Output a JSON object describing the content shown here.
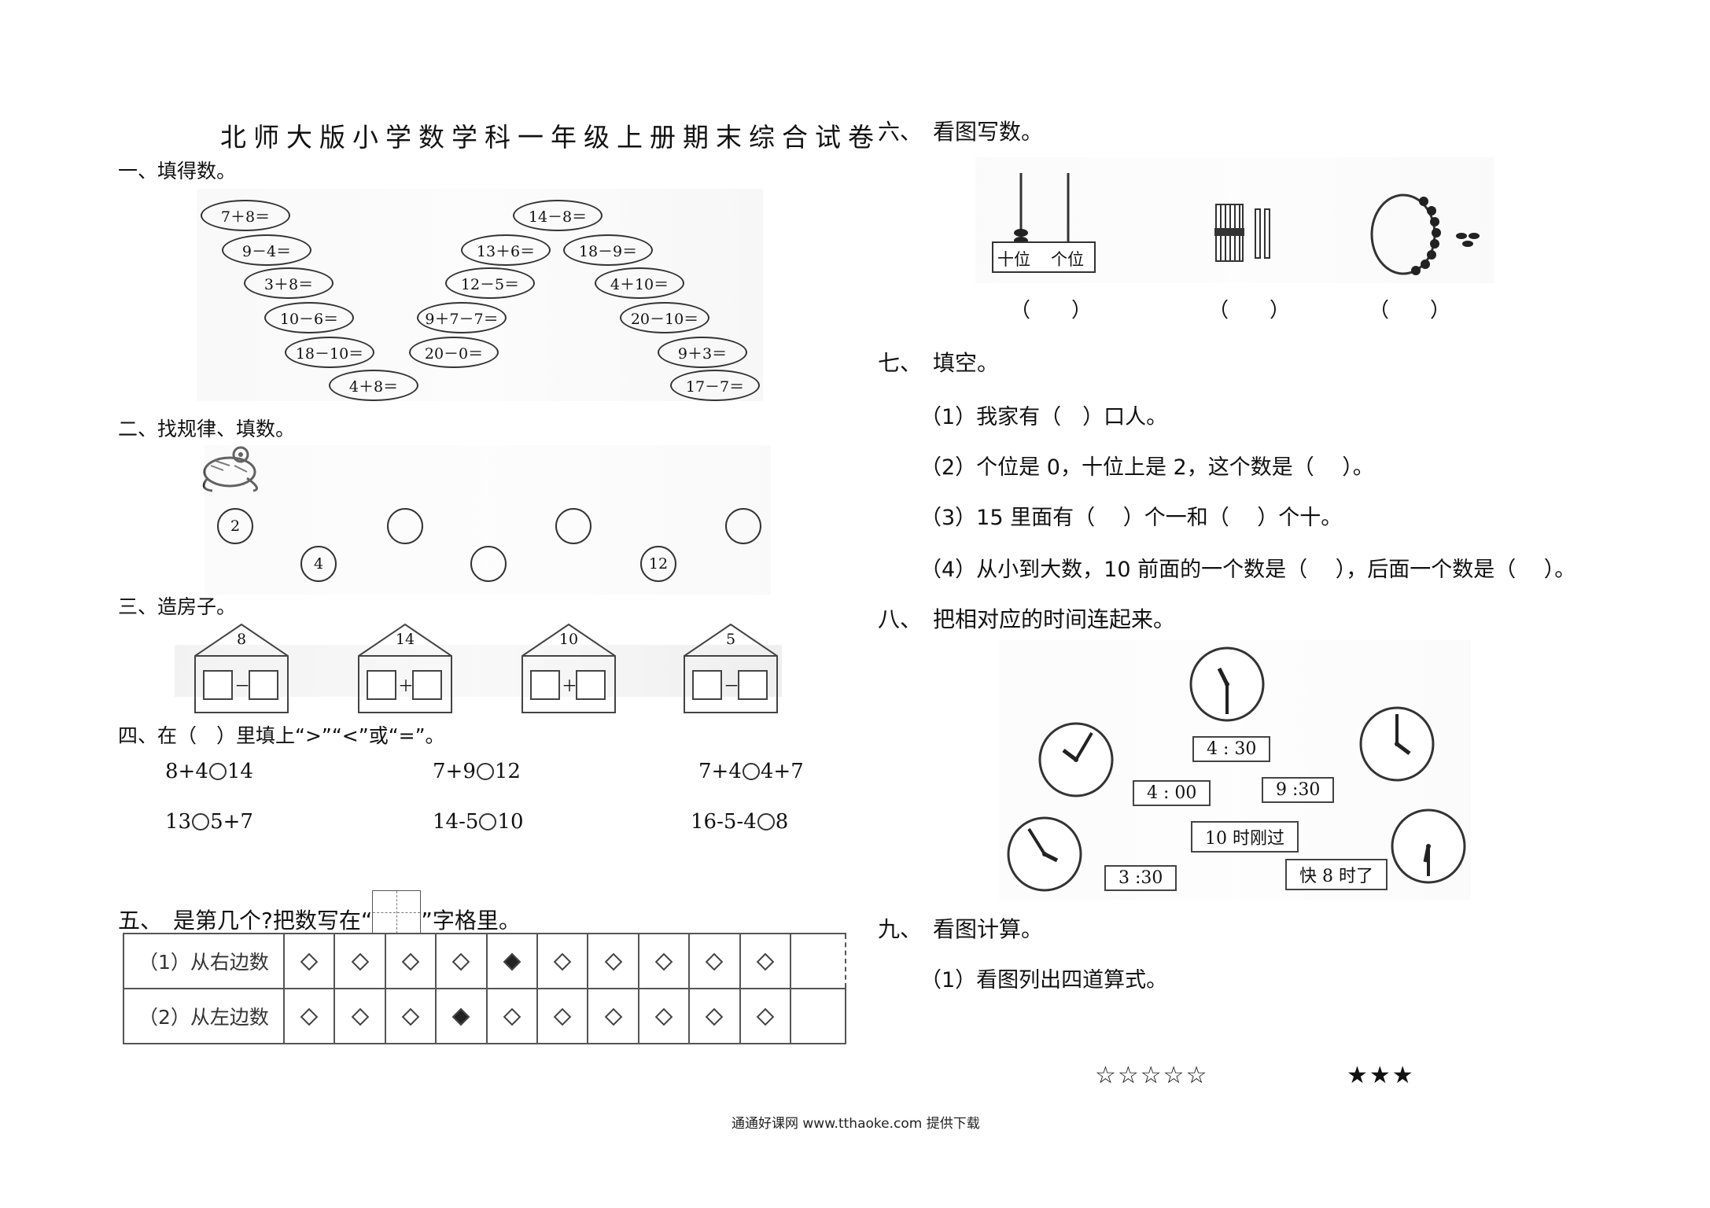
{
  "title": "北师大版小学数学科一年级上册期末综合试卷",
  "s1": {
    "heading": "一、填得数。",
    "ovals": [
      "7＋8＝",
      "9－4＝",
      "3＋8＝",
      "10－6＝",
      "18－10＝",
      "4＋8＝",
      "14－8＝",
      "13＋6＝",
      "18－9＝",
      "12－5＝",
      "4＋10＝",
      "9＋7－7＝",
      "20－10＝",
      "20－0＝",
      "9＋3＝",
      "17－7＝"
    ]
  },
  "s2": {
    "heading": "二、找规律、填数。",
    "values": [
      "2",
      "",
      "",
      "",
      "4",
      "",
      "12"
    ]
  },
  "s3": {
    "heading": "三、造房子。",
    "houses": [
      {
        "num": "8",
        "op": "－"
      },
      {
        "num": "14",
        "op": "＋"
      },
      {
        "num": "10",
        "op": "＋"
      },
      {
        "num": "5",
        "op": "－"
      }
    ]
  },
  "s4": {
    "heading": "四、在（　）里填上“>”“<”或“=”。",
    "items": [
      {
        "a": "8+4",
        "b": "14"
      },
      {
        "a": "7+9",
        "b": "12"
      },
      {
        "a": "7+4",
        "b": "4+7"
      },
      {
        "a": "13",
        "b": "5+7"
      },
      {
        "a": "14-5",
        "b": "10"
      },
      {
        "a": "16-5-4",
        "b": "8"
      }
    ]
  },
  "s5": {
    "heading_a": "五、　是第几个?把数写在“",
    "heading_b": "”字格里。",
    "row1": "（1）从右边数",
    "row2": "（2）从左边数",
    "filled_row1": 5,
    "filled_row2": 4
  },
  "s6": {
    "heading": "六、　看图写数。",
    "abacus_label1": "十位",
    "abacus_label2": "个位",
    "paren": "（　　）"
  },
  "s7": {
    "heading": "七、　填空。",
    "items": [
      "（1）我家有（　）口人。",
      "（2）个位是 0，十位上是 2，这个数是（　 ）。",
      "（3）15 里面有（　 ）个一和（　 ）个十。",
      "（4）从小到大数，10 前面的一个数是（　 ），后面一个数是（　 ）。"
    ]
  },
  "s8": {
    "heading": "八、　把相对应的时间连起来。",
    "times": [
      "4 : 30",
      "4 : 00",
      "9 :30",
      "10 时刚过",
      "3 :30",
      "快 8 时了"
    ]
  },
  "s9": {
    "heading": "九、　看图计算。",
    "item1": "（1）看图列出四道算式。",
    "stars_empty": "☆☆☆☆☆",
    "stars_full": "★★★"
  },
  "footer": "通通好课网 www.tthaoke.com 提供下载"
}
